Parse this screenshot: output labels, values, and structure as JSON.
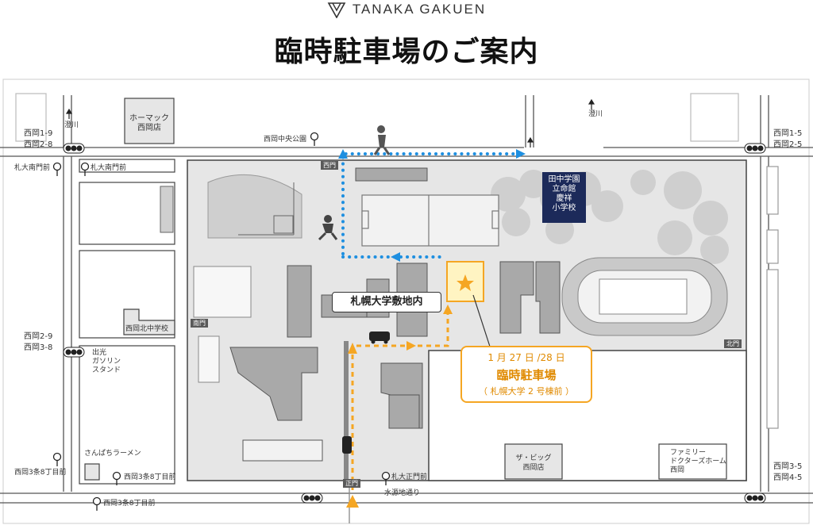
{
  "header": {
    "brand": "TANAKA GAKUEN",
    "title": "臨時駐車場のご案内"
  },
  "colors": {
    "walk_route": "#1e8fe0",
    "car_route": "#f5a623",
    "school_box": "#1c2a5a",
    "campus": "#e6e6e6",
    "building": "#a9a9a9"
  },
  "labels": {
    "homac": [
      "ホーマック",
      "西岡店"
    ],
    "sumikawa_left": "澄川",
    "sumikawa_right": "澄川",
    "nishioka_chuo_koen": "西岡中央公園",
    "school": [
      "田中学園",
      "立命館",
      "慶祥",
      "小学校"
    ],
    "nishioka_1_9": "西岡1-9",
    "nishioka_2_8": "西岡2-8",
    "nishioka_1_5": "西岡1-5",
    "nishioka_2_5": "西岡2-5",
    "sapporo_minami_mon_mae_left": "札大南門前",
    "sapporo_minami_mon_mae_stop": "札大南門前",
    "nishi_tag": "西門",
    "minami_tag": "南門",
    "kita_tag": "北門",
    "sei_tag": "正門",
    "nishioka_kita_jhs": "西岡北中学校",
    "nishioka_2_9": "西岡2-9",
    "nishioka_3_8": "西岡3-8",
    "idemitsu": [
      "出光",
      "ガソリン",
      "スタンド"
    ],
    "sanpachi_ramen": "さんぱちラーメン",
    "nishioka_3jo8_left": "西岡3条8丁目前",
    "nishioka_3jo8_mid": "西岡3条8丁目前",
    "nishioka_3jo8_bottom": "西岡3条8丁目前",
    "sapporo_seimon_mae": "札大正門前",
    "suigen_chi_dori": "水源地通り",
    "the_big": [
      "ザ・ビッグ",
      "西岡店"
    ],
    "family_doctors": [
      "ファミリー",
      "ドクターズホーム",
      "西岡"
    ],
    "nishioka_3_5": "西岡3-5",
    "nishioka_4_5": "西岡4-5",
    "campus": "札幌大学敷地内"
  },
  "callout": {
    "date": "1 月 27 日 /28 日",
    "title": "臨時駐車場",
    "subtitle": "（ 札幌大学 2 号棟前 ）"
  }
}
